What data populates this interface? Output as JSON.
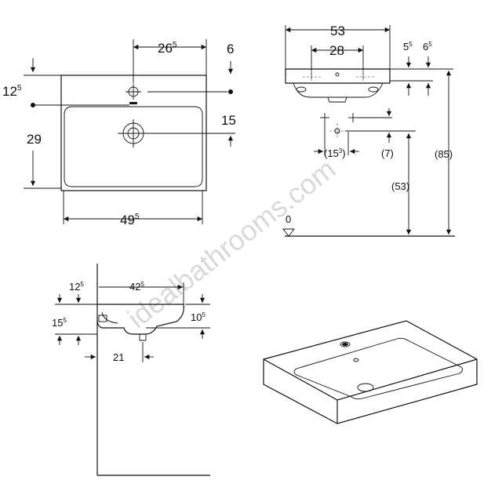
{
  "watermark": "idealbathrooms.com",
  "top_view": {
    "dim_tap_offset": "26",
    "dim_tap_offset_sup": "5",
    "dim_right_6": "6",
    "dim_left_12": "12",
    "dim_left_12_sup": "5",
    "dim_left_29": "29",
    "dim_right_15": "15",
    "dim_width_49": "49",
    "dim_width_49_sup": "5"
  },
  "front_view": {
    "dim_width_53": "53",
    "dim_tap_28": "28",
    "dim_5": "5",
    "dim_5_sup": "5",
    "dim_6": "6",
    "dim_6_sup": "5",
    "dim_15": "(15",
    "dim_15_sup": "3",
    "dim_15_close": ")",
    "dim_7": "(7)",
    "dim_53": "(53)",
    "dim_85": "(85)",
    "floor_label": "0"
  },
  "side_view": {
    "dim_12": "12",
    "dim_12_sup": "5",
    "dim_42": "42",
    "dim_42_sup": "5",
    "dim_15": "15",
    "dim_15_sup": "5",
    "dim_10": "10",
    "dim_10_sup": "5",
    "dim_21": "21"
  }
}
